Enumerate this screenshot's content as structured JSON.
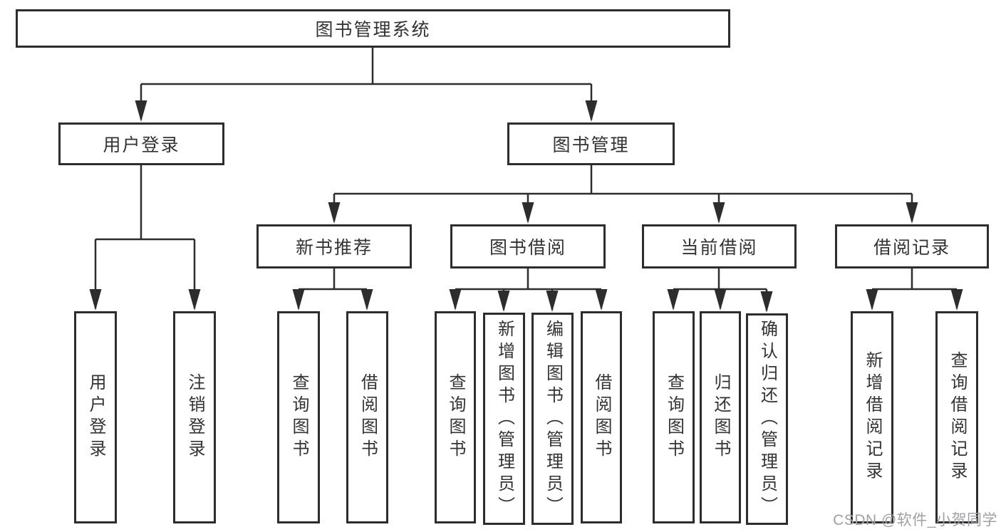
{
  "diagram": {
    "root": {
      "label": "图书管理系统"
    },
    "level2": {
      "user_login": {
        "label": "用户登录"
      },
      "book_mgmt": {
        "label": "图书管理"
      }
    },
    "level3": {
      "new_books": {
        "label": "新书推荐"
      },
      "book_borrow": {
        "label": "图书借阅"
      },
      "current_borrow": {
        "label": "当前借阅"
      },
      "borrow_records": {
        "label": "借阅记录"
      }
    },
    "leaves": {
      "user_login_leaf": {
        "label": "用户登录"
      },
      "logout": {
        "label": "注销登录"
      },
      "nb_query_books": {
        "label": "查询图书"
      },
      "nb_borrow_books": {
        "label": "借阅图书"
      },
      "bb_query_books": {
        "label": "查询图书"
      },
      "bb_add_books": {
        "label": "新增图书（管理员）"
      },
      "bb_edit_books": {
        "label": "编辑图书（管理员）"
      },
      "bb_borrow_books": {
        "label": "借阅图书"
      },
      "cb_query_books": {
        "label": "查询图书"
      },
      "cb_return_books": {
        "label": "归还图书"
      },
      "cb_confirm_return": {
        "label": "确认归还（管理员）"
      },
      "br_add_record": {
        "label": "新增借阅记录"
      },
      "br_query_record": {
        "label": "查询借阅记录"
      }
    }
  },
  "watermark": {
    "text": "CSDN @软件_小贺同学"
  },
  "colors": {
    "line": "#2d2d2d",
    "text": "#333333",
    "watermark": "#9fa0a6",
    "background": "#ffffff"
  }
}
